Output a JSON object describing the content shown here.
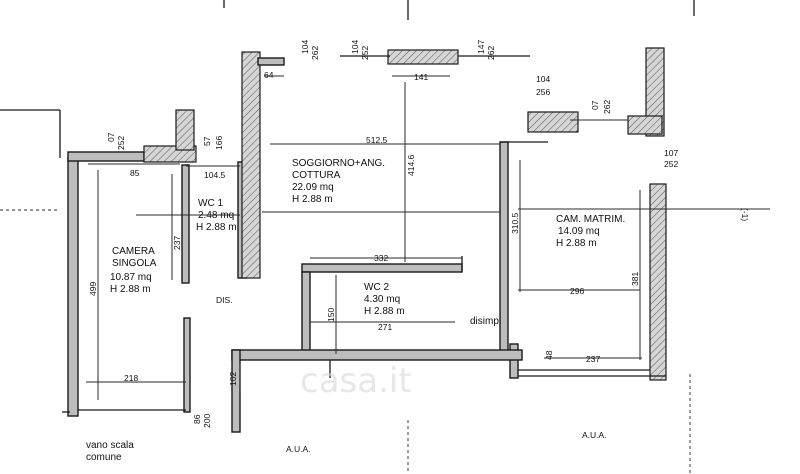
{
  "rooms": {
    "camera": {
      "name_1": "CAMERA",
      "name_2": "SINGOLA",
      "area": "10.87 mq",
      "height": "H 2.88 m"
    },
    "wc1": {
      "name": "WC 1",
      "area": "2.48 mq",
      "height": "H 2.88 m"
    },
    "soggiorno": {
      "name_1": "SOGGIORNO+ANG.",
      "name_2": "COTTURA",
      "area": "22.09 mq",
      "height": "H 2.88 m"
    },
    "cam_matrim": {
      "name": "CAM. MATRIM.",
      "area": "14.09 mq",
      "height": "H 2.88 m"
    },
    "wc2": {
      "name": "WC 2",
      "area": "4.30 mq",
      "height": "H 2.88 m"
    }
  },
  "labels": {
    "dis": "DIS.",
    "disimp": "disimp.",
    "aua_left": "A.U.A.",
    "aua_right": "A.U.A.",
    "vano_1": "vano scala",
    "vano_2": "comune",
    "right_marker": "(-1)"
  },
  "dimensions": {
    "d_07_252_left": "07",
    "d_252_left": "252",
    "d_85": "85",
    "d_104_5": "104.5",
    "d_57": "57",
    "d_166": "166",
    "d_237_wc": "237",
    "d_499": "499",
    "d_218": "218",
    "d_86": "86",
    "d_200": "200",
    "d_64": "64",
    "d_104_a": "104",
    "d_262_a": "262",
    "d_104_b": "104",
    "d_252_b": "252",
    "d_141": "141",
    "d_147": "147",
    "d_262_b": "262",
    "d_104_c": "104",
    "d_256": "256",
    "d_07_r": "07",
    "d_262_r": "262",
    "d_107": "107",
    "d_252_r": "252",
    "d_512_5": "512.5",
    "d_414_6": "414.6",
    "d_310_5": "310.5",
    "d_381": "381",
    "d_296": "296",
    "d_237_b": "237",
    "d_48": "48",
    "d_332": "332",
    "d_150": "150",
    "d_271": "271",
    "d_102": "102"
  },
  "watermark": "casa.it"
}
